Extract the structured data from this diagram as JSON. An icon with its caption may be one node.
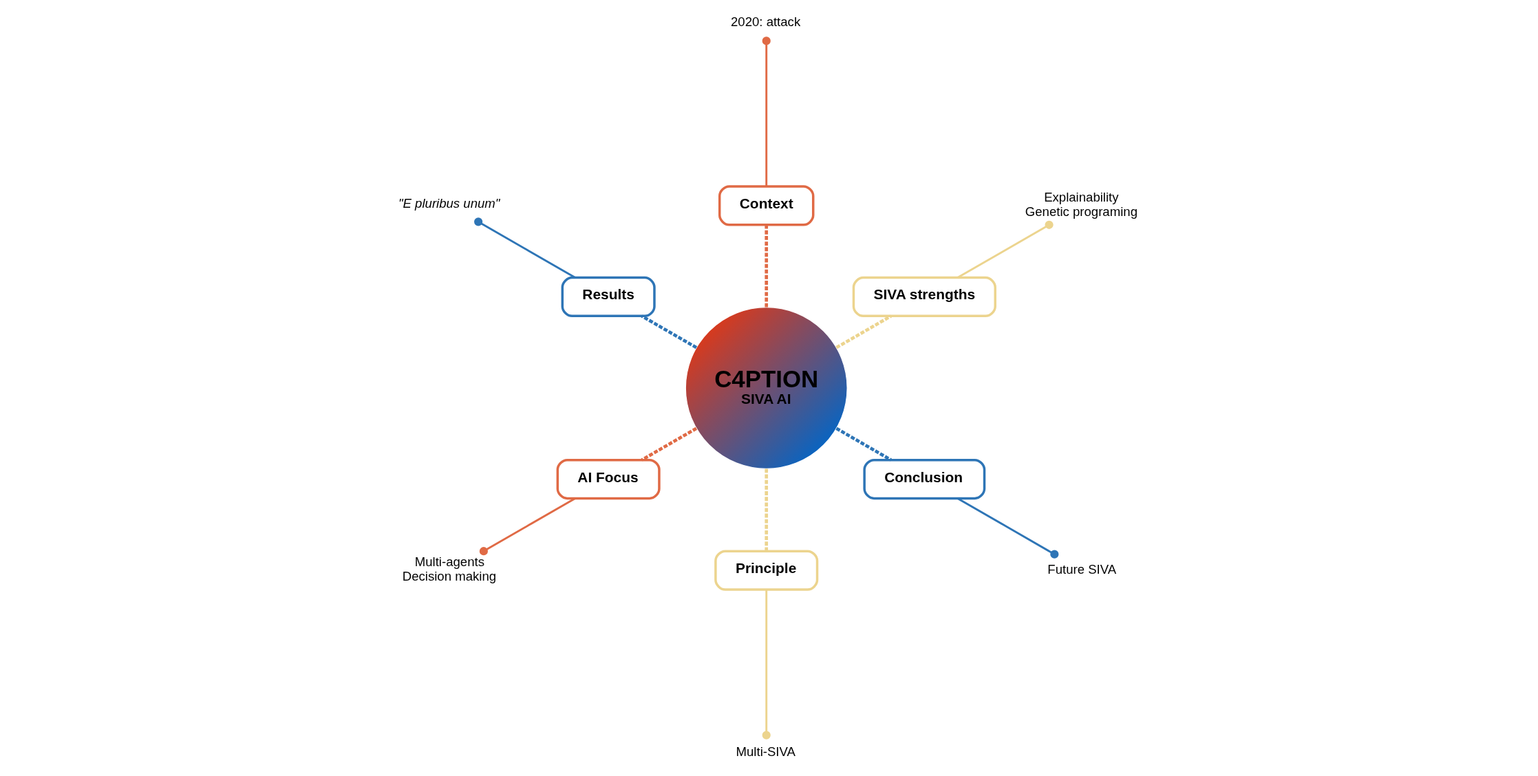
{
  "diagram": {
    "nodes": [
      {
        "text": [
          "C4PTION",
          "SIVA AI"
        ]
      },
      {
        "text": [
          "SIVA strengths"
        ]
      },
      {
        "text": [
          "Explainability",
          "Genetic programing"
        ]
      },
      {
        "text": [
          "Context"
        ]
      },
      {
        "text": [
          "2020: attack"
        ]
      },
      {
        "text": [
          "Results"
        ]
      },
      {
        "text": [
          "\"E pluribus unum\""
        ]
      },
      {
        "text": [
          "AI Focus"
        ]
      },
      {
        "text": [
          "Multi-agents",
          "Decision making"
        ]
      },
      {
        "text": [
          "Principle"
        ]
      },
      {
        "text": [
          "Multi-SIVA"
        ]
      },
      {
        "text": [
          "Conclusion"
        ]
      },
      {
        "text": [
          "Future SIVA"
        ]
      }
    ],
    "edges": [
      {
        "from": 0,
        "to": 3,
        "arrow": "none",
        "style": "dashed",
        "color": "#e06a45"
      },
      {
        "from": 0,
        "to": 7,
        "arrow": "none",
        "style": "dashed",
        "color": "#e06a45"
      },
      {
        "from": 0,
        "to": 1,
        "arrow": "none",
        "style": "dashed",
        "color": "#ecd48e"
      },
      {
        "from": 0,
        "to": 9,
        "arrow": "none",
        "style": "dashed",
        "color": "#ecd48e"
      },
      {
        "from": 0,
        "to": 5,
        "arrow": "none",
        "style": "dashed",
        "color": "#2e75b6"
      },
      {
        "from": 0,
        "to": 11,
        "arrow": "none",
        "style": "dashed",
        "color": "#2e75b6"
      },
      {
        "from": 1,
        "to": 2,
        "arrow": "other",
        "color": "#ecd48e"
      },
      {
        "from": 3,
        "to": 4,
        "arrow": "other",
        "color": "#e06a45"
      },
      {
        "from": 5,
        "to": 6,
        "arrow": "other",
        "color": "#2e75b6"
      },
      {
        "from": 7,
        "to": 8,
        "arrow": "other",
        "color": "#e06a45"
      },
      {
        "from": 9,
        "to": 10,
        "arrow": "other",
        "color": "#ecd48e"
      },
      {
        "from": 11,
        "to": 12,
        "arrow": "other",
        "color": "#2e75b6"
      }
    ]
  }
}
